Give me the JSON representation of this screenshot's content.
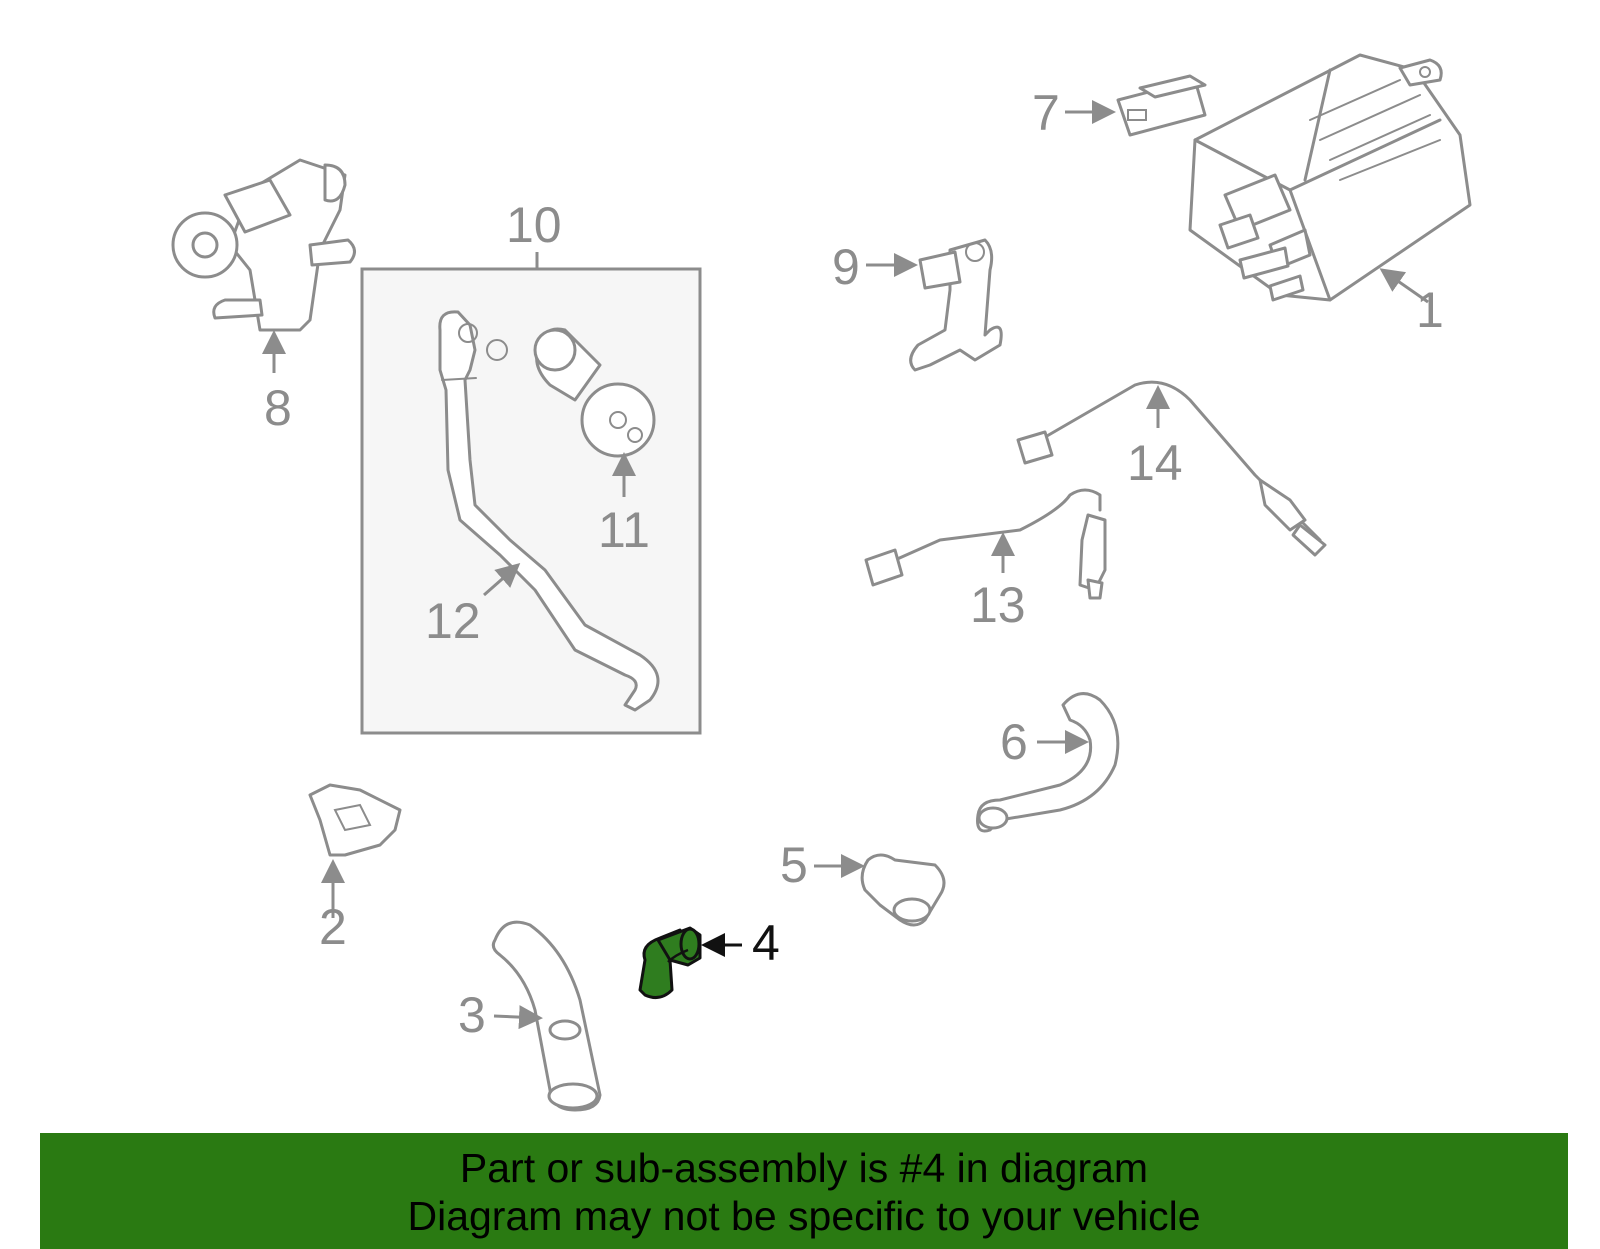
{
  "diagram": {
    "callouts": [
      "1",
      "2",
      "3",
      "4",
      "5",
      "6",
      "7",
      "8",
      "9",
      "10",
      "11",
      "12",
      "13",
      "14"
    ],
    "highlighted_part": "4",
    "highlight_color": "#2f7d1f",
    "part_color": "#8c8c8c"
  },
  "banner": {
    "line1": "Part or sub-assembly is #4 in diagram",
    "line2": "Diagram may not be specific to your vehicle",
    "background": "#2a7a12"
  }
}
